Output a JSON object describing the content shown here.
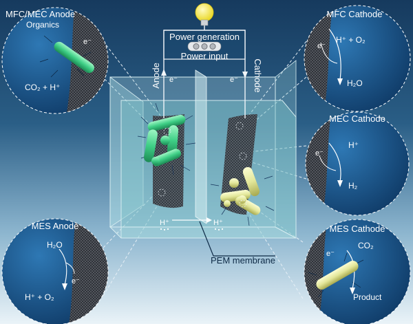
{
  "center": {
    "power_generation": "Power generation",
    "power_input": "Power input",
    "anode": "Anode",
    "cathode": "Cathode",
    "e_left": "e⁻",
    "e_right": "e⁻",
    "h_left": "H⁺",
    "h_right": "H⁺",
    "pem_label": "PEM membrane"
  },
  "circles": {
    "mfc_mec_anode": {
      "title": "MFC/MEC Anode",
      "organics": "Organics",
      "e": "e⁻",
      "products": "CO₂ + H⁺"
    },
    "mfc_cathode": {
      "title": "MFC Cathode",
      "reactants": "H⁺ + O₂",
      "e": "e⁻",
      "product": "H₂O"
    },
    "mec_cathode": {
      "title": "MEC Cathode",
      "reactant": "H⁺",
      "e": "e⁻",
      "product": "H₂"
    },
    "mes_anode": {
      "title": "MES Anode",
      "reactant": "H₂O",
      "e": "e⁻",
      "products": "H⁺ + O₂"
    },
    "mes_cathode": {
      "title": "MES Cathode",
      "reactant": "CO₂",
      "e": "e⁻",
      "product": "Product"
    }
  },
  "colors": {
    "anode_bacteria": "#3fcf86",
    "cathode_bacteria": "#e3e79a",
    "bulb": "#f2e53a",
    "circle_fill": "#1d5f98"
  }
}
